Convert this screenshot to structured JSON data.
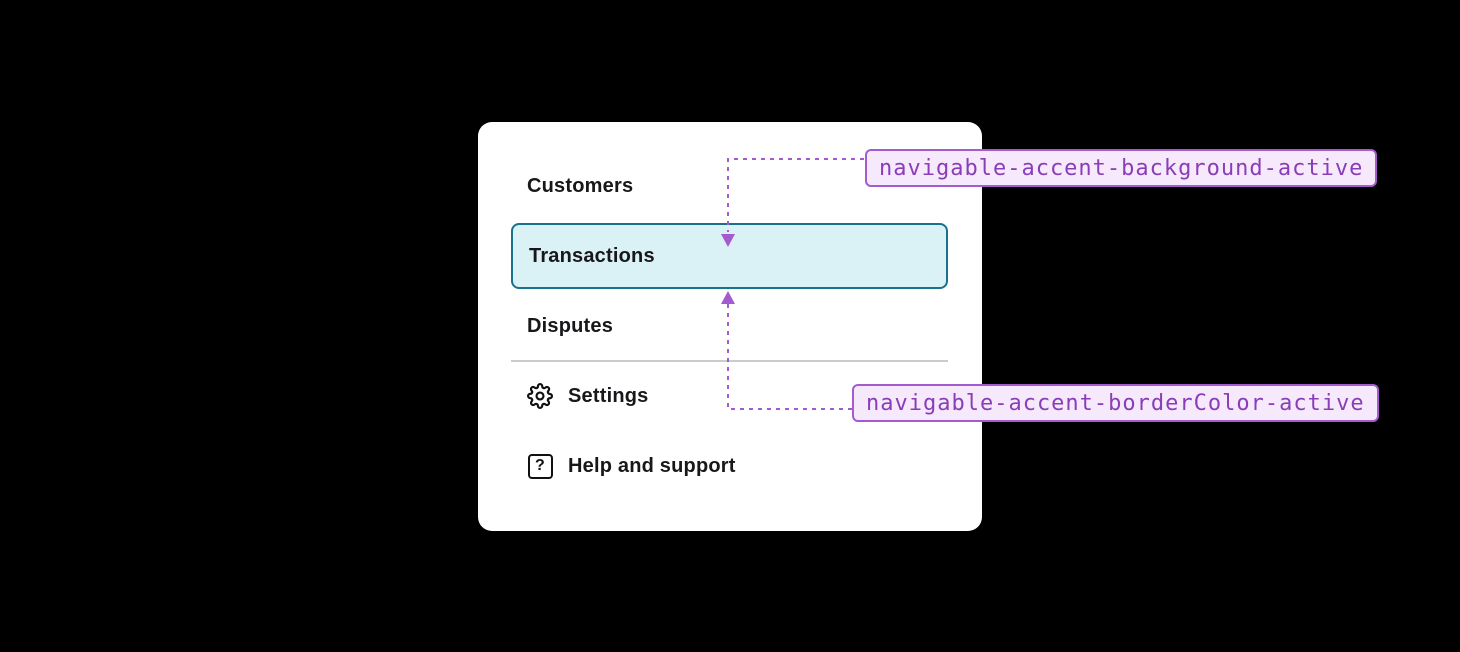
{
  "card": {
    "nav": {
      "items": [
        {
          "id": "customers",
          "label": "Customers",
          "active": false
        },
        {
          "id": "transactions",
          "label": "Transactions",
          "active": true
        },
        {
          "id": "disputes",
          "label": "Disputes",
          "active": false
        }
      ],
      "footer_items": [
        {
          "id": "settings",
          "label": "Settings",
          "icon": "gear-icon"
        },
        {
          "id": "help",
          "label": "Help and support",
          "icon": "question-mark-icon"
        }
      ],
      "help_icon_glyph": "?"
    }
  },
  "annotations": [
    {
      "token": "navigable-accent-background-active",
      "target": "active-item-background"
    },
    {
      "token": "navigable-accent-borderColor-active",
      "target": "active-item-border"
    }
  ],
  "colors": {
    "annotation-accent": "#a55bd0",
    "annotation-bg": "#f6e9fc",
    "annotation-text": "#8a3db8",
    "active-item-bg": "#daf1f5",
    "active-item-border": "#17728e",
    "nav-text": "#18181b",
    "divider": "#cccccc",
    "card-bg": "#ffffff",
    "page-bg": "#000000"
  }
}
